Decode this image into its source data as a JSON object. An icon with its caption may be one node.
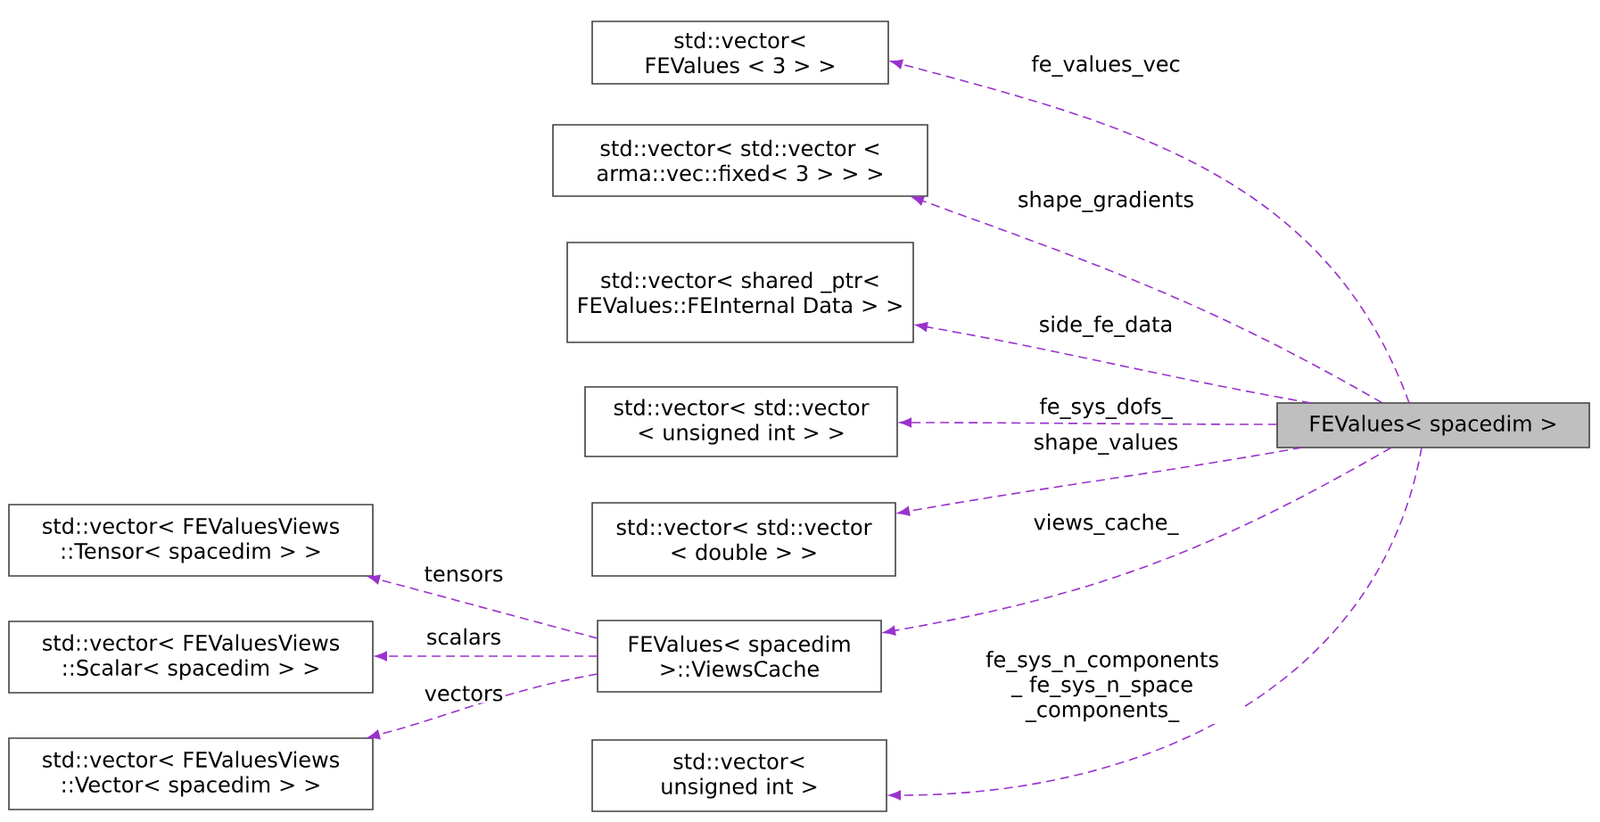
{
  "diagram": {
    "nodes": [
      {
        "text": [
          "FEValues< spacedim >"
        ]
      },
      {
        "text": [
          "std::vector< FEValues < 3 > >"
        ]
      },
      {
        "text": [
          "std::vector< std::vector < arma::vec::fixed< 3 > > >"
        ]
      },
      {
        "text": [
          "std::vector< shared _ptr< FEValues::FEInternal Data > >"
        ]
      },
      {
        "text": [
          "std::vector< std::vector < unsigned int > >"
        ]
      },
      {
        "text": [
          "std::vector< std::vector < double > >"
        ]
      },
      {
        "text": [
          "FEValues< spacedim >::ViewsCache"
        ]
      },
      {
        "text": [
          "std::vector< unsigned int >"
        ]
      },
      {
        "text": [
          "std::vector< FEValuesViews ::Tensor< spacedim > >"
        ]
      },
      {
        "text": [
          "std::vector< FEValuesViews ::Scalar< spacedim > >"
        ]
      },
      {
        "text": [
          "std::vector< FEValuesViews ::Vector< spacedim > >"
        ]
      }
    ],
    "edges": [
      {
        "from": 0,
        "to": 1,
        "arrow": "to",
        "label": "fe_values_vec",
        "style": "dashed"
      },
      {
        "from": 0,
        "to": 2,
        "arrow": "to",
        "label": "shape_gradients",
        "style": "dashed"
      },
      {
        "from": 0,
        "to": 3,
        "arrow": "to",
        "label": "side_fe_data",
        "style": "dashed"
      },
      {
        "from": 0,
        "to": 4,
        "arrow": "to",
        "label": "fe_sys_dofs_",
        "style": "dashed"
      },
      {
        "from": 0,
        "to": 5,
        "arrow": "to",
        "label": "shape_values",
        "style": "dashed"
      },
      {
        "from": 0,
        "to": 6,
        "arrow": "to",
        "label": "views_cache_",
        "style": "dashed"
      },
      {
        "from": 0,
        "to": 7,
        "arrow": "to",
        "label": "fe_sys_n_components _ fe_sys_n_space _components_",
        "style": "dashed"
      },
      {
        "from": 6,
        "to": 8,
        "arrow": "to",
        "label": "tensors",
        "style": "dashed"
      },
      {
        "from": 6,
        "to": 9,
        "arrow": "to",
        "label": "scalars",
        "style": "dashed"
      },
      {
        "from": 6,
        "to": 10,
        "arrow": "to",
        "label": "vectors",
        "style": "dashed"
      }
    ]
  }
}
